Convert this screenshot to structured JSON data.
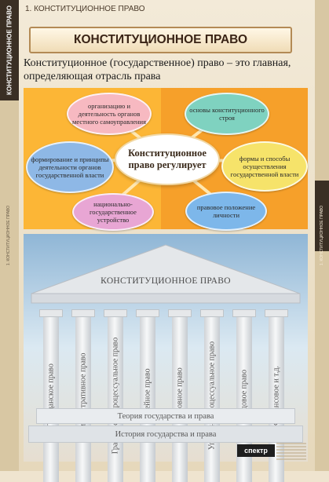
{
  "header": {
    "section": "1. КОНСТИТУЦИОННОЕ ПРАВО"
  },
  "side": {
    "tab_label": "КОНСТИТУЦИОННОЕ ПРАВО"
  },
  "title": "КОНСТИТУЦИОННОЕ ПРАВО",
  "definition": "Конституционное (государственное) право – это главная, определяющая отрасль права",
  "diagram": {
    "center": "Конституционное право регулирует",
    "items": [
      "организацию и деятельность органов местного самоуправления",
      "основы конституционного строя",
      "формирование и принципы деятельности органов государственной власти",
      "формы и способы осуществления государственной власти",
      "национально-государственное устройство",
      "правовое положение личности"
    ],
    "colors": {
      "item1": "#f7b9c1",
      "item2": "#7fd2c0",
      "item3": "#8eb8e6",
      "item4": "#f6e36a",
      "item5": "#e8a6d4",
      "item6": "#7db7ea",
      "left_panel": "#fcb636",
      "right_panel": "#f6a02a"
    }
  },
  "temple": {
    "roof": "КОНСТИТУЦИОННОЕ ПРАВО",
    "columns": [
      "Гражданское право",
      "Административное право",
      "Гражданско-процессуальное право",
      "Семейное право",
      "Уголовное право",
      "Уголовно-процессуальное право",
      "Трудовое право",
      "Финансовое и т.д."
    ],
    "steps": [
      "Теория государства и права",
      "История государства и права"
    ]
  },
  "publisher": {
    "logo": "спектр"
  }
}
